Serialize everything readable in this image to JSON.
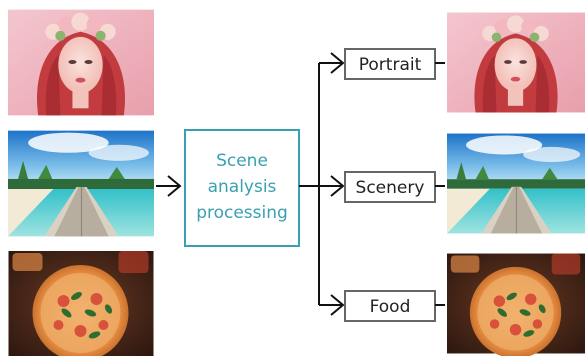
{
  "center_box": {
    "lines": [
      "Scene",
      "analysis",
      "processing"
    ]
  },
  "categories": [
    "Portrait",
    "Scenery",
    "Food"
  ],
  "images": {
    "input": [
      "portrait-photo",
      "beach-pier-photo",
      "pizza-photo"
    ],
    "output": [
      "portrait-photo",
      "beach-pier-photo",
      "pizza-photo"
    ]
  },
  "colors": {
    "accent": "#3aa0b0",
    "box_border": "#666666",
    "line": "#111111"
  }
}
